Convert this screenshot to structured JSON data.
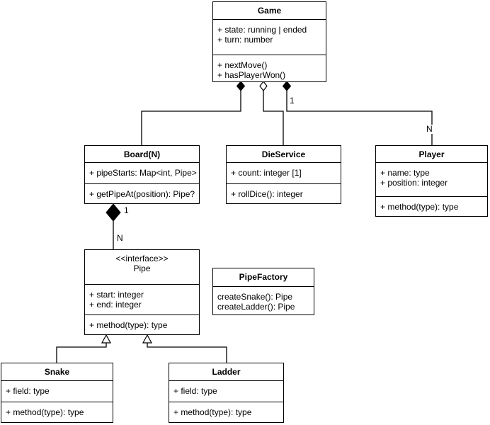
{
  "diagram": {
    "type": "uml-class-diagram",
    "background_color": "#ffffff",
    "line_color": "#000000",
    "classes": {
      "game": {
        "title": "Game",
        "attributes": [
          "+ state: running | ended",
          "+ turn: number"
        ],
        "methods": [
          "+ nextMove()",
          "+ hasPlayerWon()"
        ]
      },
      "board": {
        "title": "Board(N)",
        "attributes": [
          "+ pipeStarts: Map<int, Pipe>"
        ],
        "methods": [
          "+ getPipeAt(position): Pipe?"
        ]
      },
      "dieService": {
        "title": "DieService",
        "attributes": [
          "+ count: integer [1]"
        ],
        "methods": [
          "+ rollDice(): integer"
        ]
      },
      "player": {
        "title": "Player",
        "attributes": [
          "+ name: type",
          "+ position: integer"
        ],
        "methods": [
          "+ method(type): type"
        ]
      },
      "pipe": {
        "stereotype": "<<interface>>",
        "title": "Pipe",
        "attributes": [
          "+ start: integer",
          "+ end: integer"
        ],
        "methods": [
          "+ method(type): type"
        ]
      },
      "pipeFactory": {
        "title": "PipeFactory",
        "methods": [
          "createSnake(): Pipe",
          "createLadder(): Pipe"
        ]
      },
      "snake": {
        "title": "Snake",
        "attributes": [
          "+ field: type"
        ],
        "methods": [
          "+ method(type): type"
        ]
      },
      "ladder": {
        "title": "Ladder",
        "attributes": [
          "+ field: type"
        ],
        "methods": [
          "+ method(type): type"
        ]
      }
    },
    "relationships": [
      {
        "from": "Game",
        "to": "Board(N)",
        "type": "composition"
      },
      {
        "from": "Game",
        "to": "DieService",
        "type": "aggregation"
      },
      {
        "from": "Game",
        "to": "Player",
        "type": "composition",
        "multiplicity_from": "1",
        "multiplicity_to": "N"
      },
      {
        "from": "Board(N)",
        "to": "Pipe",
        "type": "composition",
        "multiplicity_from": "1",
        "multiplicity_to": "N"
      },
      {
        "from": "Snake",
        "to": "Pipe",
        "type": "inheritance"
      },
      {
        "from": "Ladder",
        "to": "Pipe",
        "type": "inheritance"
      }
    ]
  }
}
